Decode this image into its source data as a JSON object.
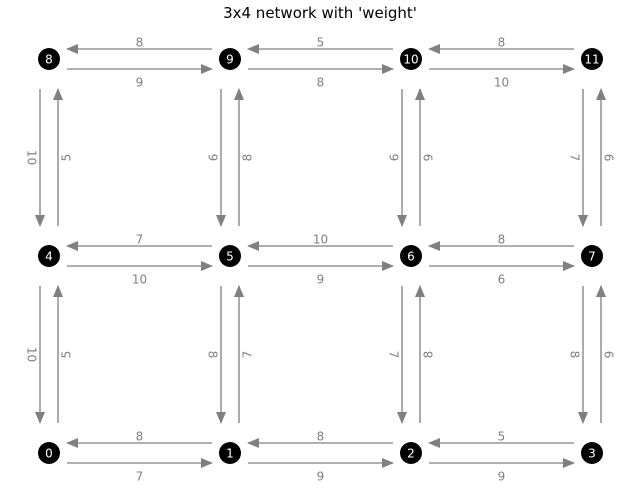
{
  "title": "3x4 network with 'weight'",
  "colors": {
    "node": "#000000",
    "node_text": "#ffffff",
    "edge": "#808080",
    "label": "#808080"
  },
  "nodes": [
    {
      "id": "0",
      "col": 0,
      "row": 0
    },
    {
      "id": "1",
      "col": 1,
      "row": 0
    },
    {
      "id": "2",
      "col": 2,
      "row": 0
    },
    {
      "id": "3",
      "col": 3,
      "row": 0
    },
    {
      "id": "4",
      "col": 0,
      "row": 1
    },
    {
      "id": "5",
      "col": 1,
      "row": 1
    },
    {
      "id": "6",
      "col": 2,
      "row": 1
    },
    {
      "id": "7",
      "col": 3,
      "row": 1
    },
    {
      "id": "8",
      "col": 0,
      "row": 2
    },
    {
      "id": "9",
      "col": 1,
      "row": 2
    },
    {
      "id": "10",
      "col": 2,
      "row": 2
    },
    {
      "id": "11",
      "col": 3,
      "row": 2
    }
  ],
  "edges": [
    {
      "from": "0",
      "to": "1",
      "weight": "7"
    },
    {
      "from": "1",
      "to": "0",
      "weight": "8"
    },
    {
      "from": "1",
      "to": "2",
      "weight": "9"
    },
    {
      "from": "2",
      "to": "1",
      "weight": "8"
    },
    {
      "from": "2",
      "to": "3",
      "weight": "9"
    },
    {
      "from": "3",
      "to": "2",
      "weight": "5"
    },
    {
      "from": "4",
      "to": "5",
      "weight": "10"
    },
    {
      "from": "5",
      "to": "4",
      "weight": "7"
    },
    {
      "from": "5",
      "to": "6",
      "weight": "9"
    },
    {
      "from": "6",
      "to": "5",
      "weight": "10"
    },
    {
      "from": "6",
      "to": "7",
      "weight": "6"
    },
    {
      "from": "7",
      "to": "6",
      "weight": "8"
    },
    {
      "from": "8",
      "to": "9",
      "weight": "9"
    },
    {
      "from": "9",
      "to": "8",
      "weight": "8"
    },
    {
      "from": "9",
      "to": "10",
      "weight": "8"
    },
    {
      "from": "10",
      "to": "9",
      "weight": "5"
    },
    {
      "from": "10",
      "to": "11",
      "weight": "10"
    },
    {
      "from": "11",
      "to": "10",
      "weight": "8"
    },
    {
      "from": "0",
      "to": "4",
      "weight": "5"
    },
    {
      "from": "4",
      "to": "0",
      "weight": "10"
    },
    {
      "from": "1",
      "to": "5",
      "weight": "7"
    },
    {
      "from": "5",
      "to": "1",
      "weight": "8"
    },
    {
      "from": "2",
      "to": "6",
      "weight": "8"
    },
    {
      "from": "6",
      "to": "2",
      "weight": "7"
    },
    {
      "from": "3",
      "to": "7",
      "weight": "9"
    },
    {
      "from": "7",
      "to": "3",
      "weight": "8"
    },
    {
      "from": "4",
      "to": "8",
      "weight": "5"
    },
    {
      "from": "8",
      "to": "4",
      "weight": "10"
    },
    {
      "from": "5",
      "to": "9",
      "weight": "8"
    },
    {
      "from": "9",
      "to": "5",
      "weight": "9"
    },
    {
      "from": "6",
      "to": "10",
      "weight": "9"
    },
    {
      "from": "10",
      "to": "6",
      "weight": "9"
    },
    {
      "from": "7",
      "to": "11",
      "weight": "9"
    },
    {
      "from": "11",
      "to": "7",
      "weight": "7"
    }
  ]
}
